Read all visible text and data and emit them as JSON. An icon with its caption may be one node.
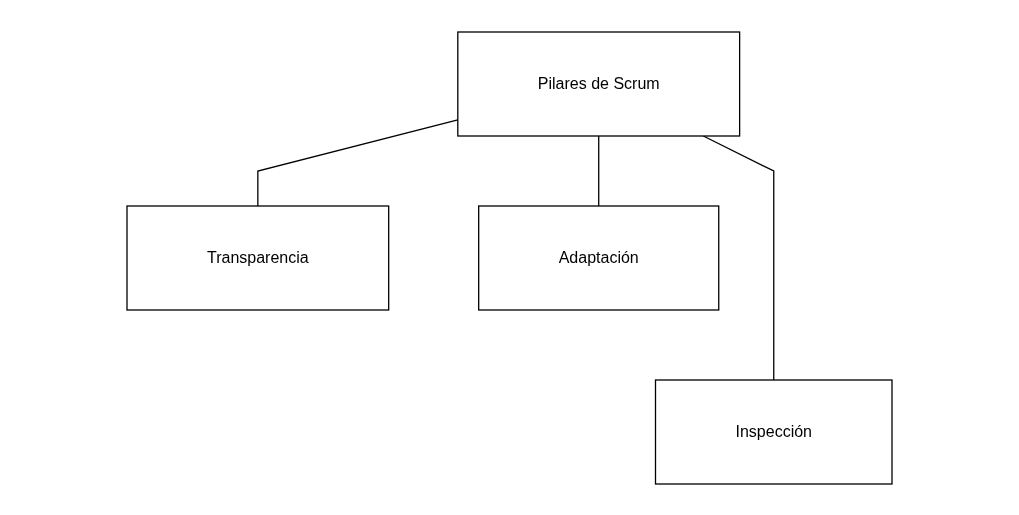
{
  "diagram": {
    "nodes": [
      {
        "text": [
          "Pilares de Scrum"
        ]
      },
      {
        "text": [
          "Transparencia"
        ]
      },
      {
        "text": [
          "Adaptación"
        ]
      },
      {
        "text": [
          "Inspección"
        ]
      }
    ],
    "edges": [
      {
        "from": 0,
        "to": 1,
        "arrow": "none"
      },
      {
        "from": 0,
        "to": 2,
        "arrow": "none"
      },
      {
        "from": 0,
        "to": 3,
        "arrow": "none"
      }
    ]
  }
}
